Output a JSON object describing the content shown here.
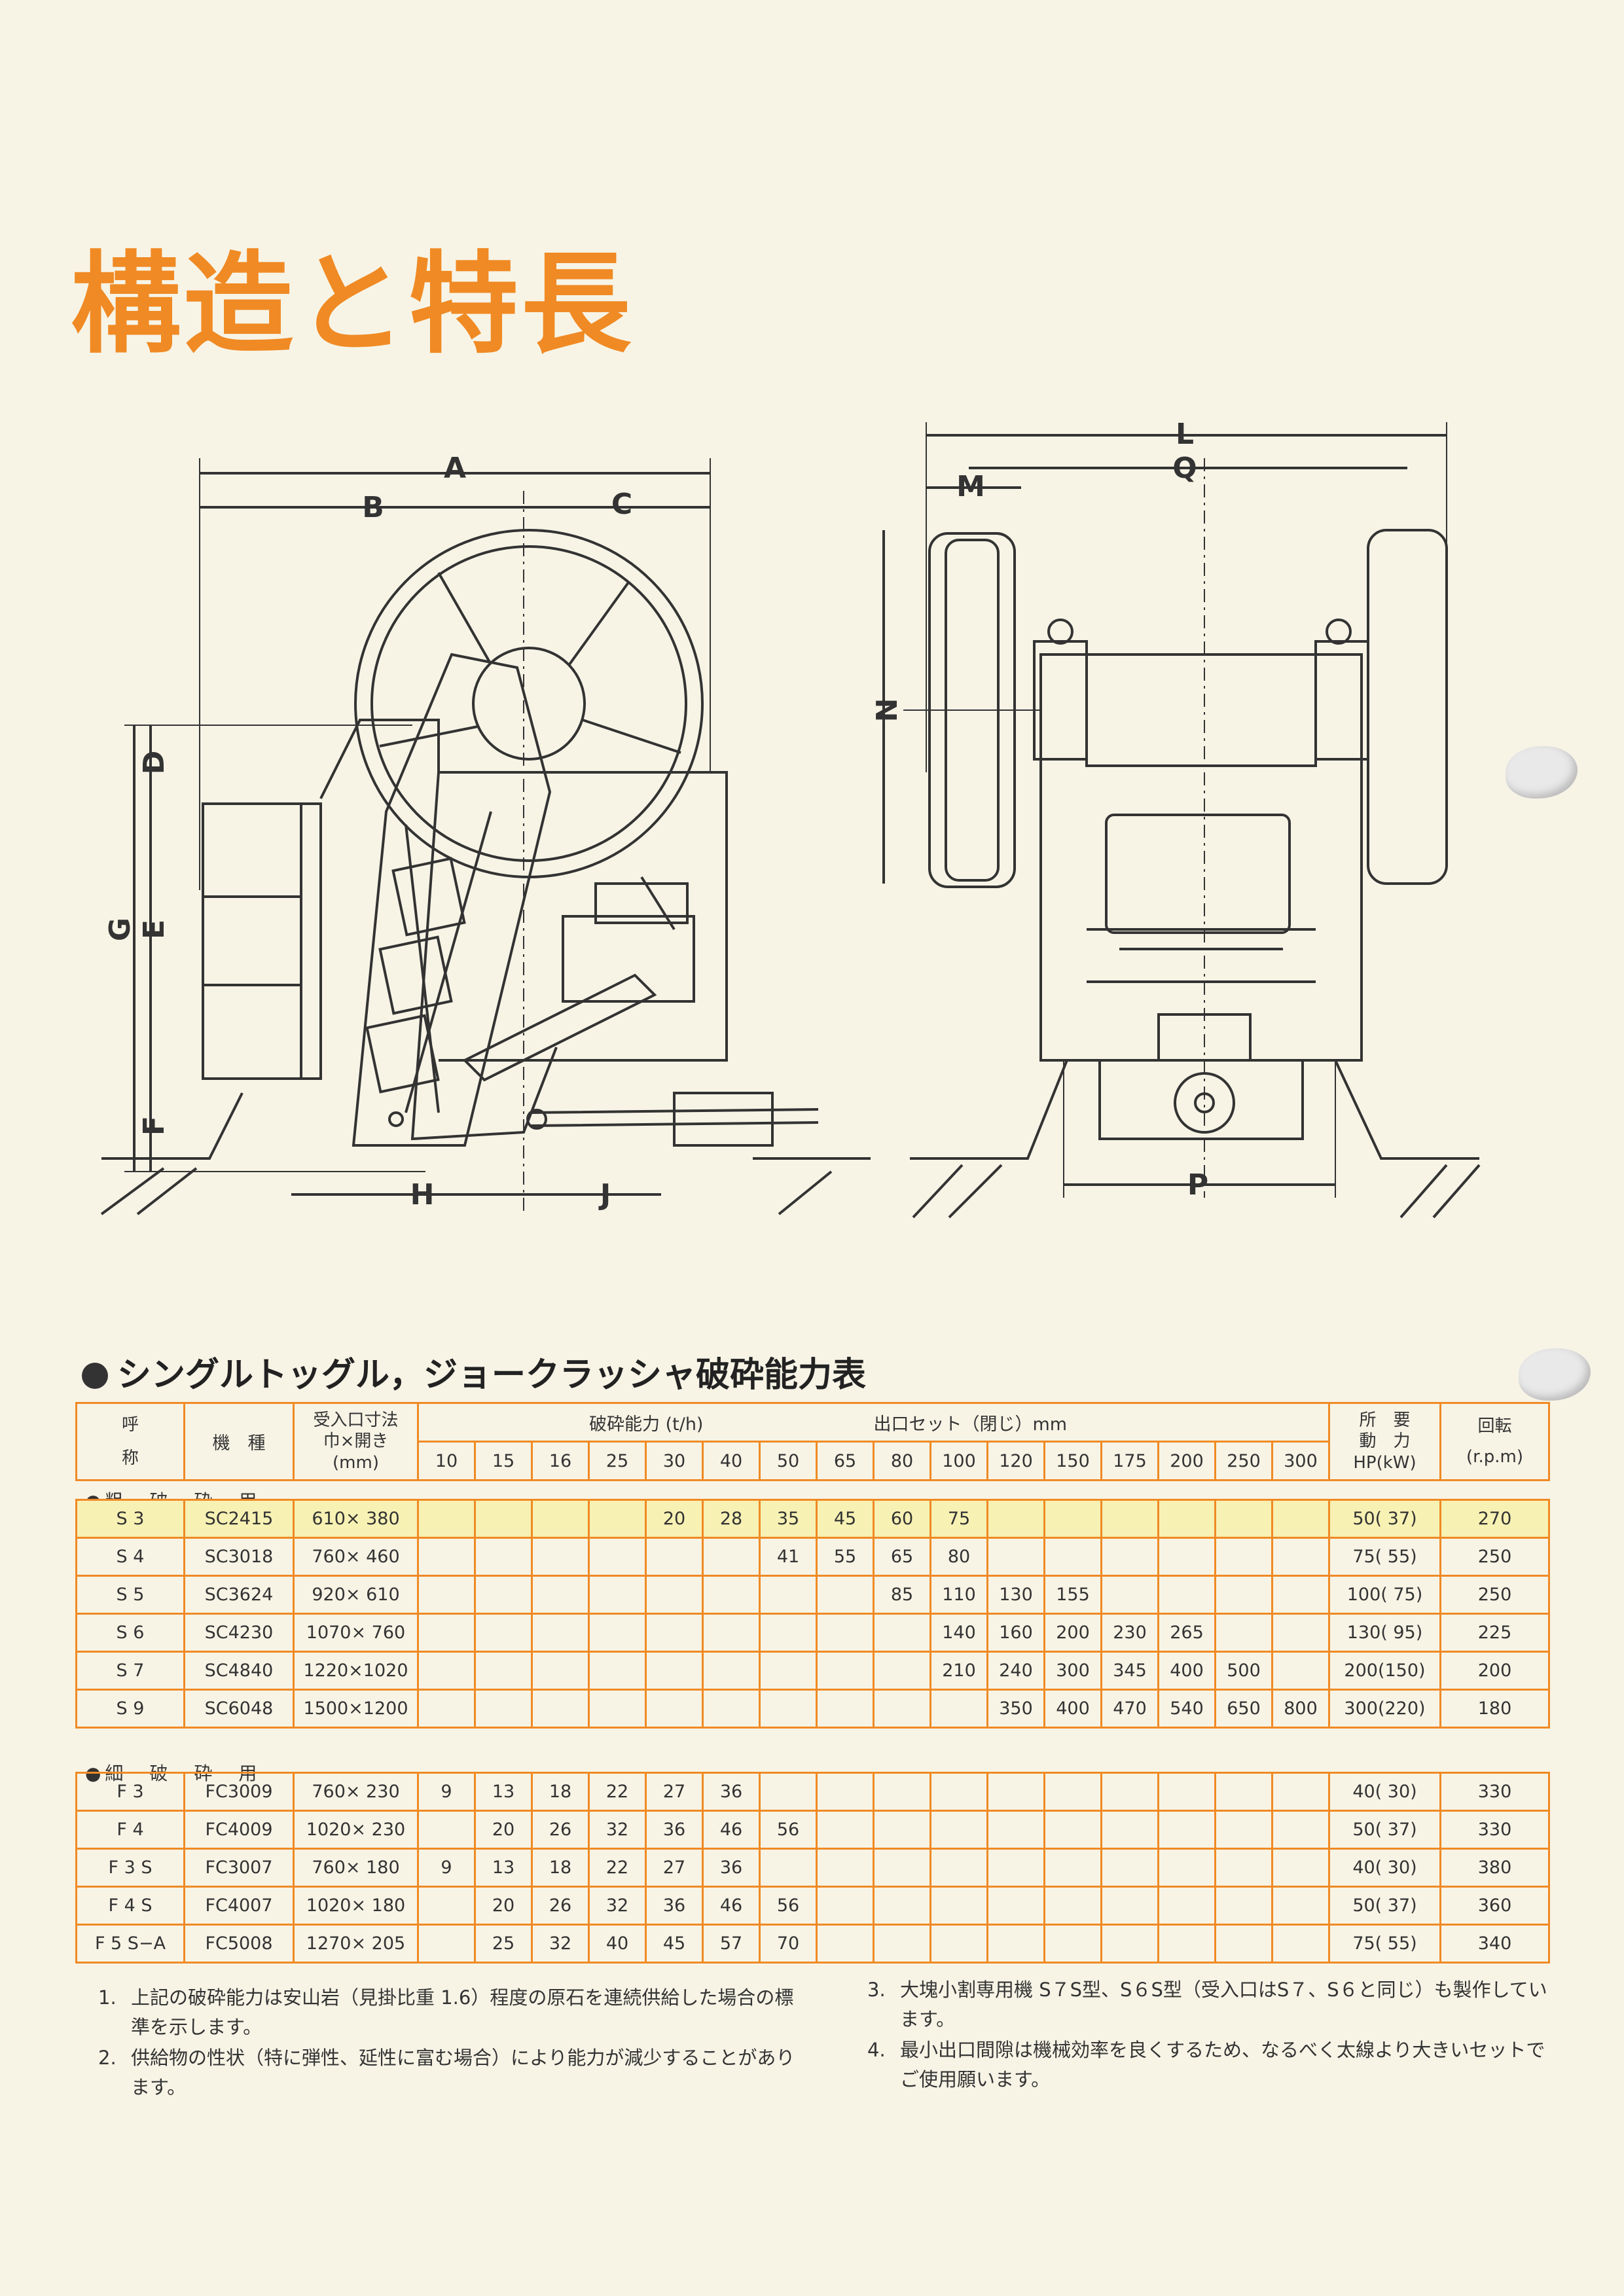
{
  "title": "構造と特長",
  "diagram": {
    "labels_side": [
      "A",
      "B",
      "C",
      "D",
      "G",
      "E",
      "F",
      "H",
      "J"
    ],
    "labels_front": [
      "L",
      "M",
      "Q",
      "N",
      "P"
    ]
  },
  "table": {
    "heading": "シングルトッグル，ジョークラッシャ破砕能力表",
    "headers": {
      "name_top": "呼",
      "name_bottom": "称",
      "model": "機　種",
      "inlet_1": "受入口寸法",
      "inlet_2": "巾×開き",
      "inlet_3": "(mm)",
      "capacity": "破砕能力 (t/h)",
      "setting": "出口セット（閉じ）mm",
      "power_1": "所　要",
      "power_2": "動　力",
      "power_3": "HP(kW)",
      "rpm_1": "回転",
      "rpm_2": "(r.p.m)"
    },
    "settings": [
      "10",
      "15",
      "16",
      "25",
      "30",
      "40",
      "50",
      "65",
      "80",
      "100",
      "120",
      "150",
      "175",
      "200",
      "250",
      "300"
    ],
    "coarse_label": "●粗　破　砕　用",
    "fine_label": "●細　破　砕　用",
    "coarse_rows": [
      {
        "name": "S 3",
        "model": "SC2415",
        "inlet": "610× 380",
        "cap": [
          "",
          "",
          "",
          "",
          "20",
          "28",
          "35",
          "45",
          "60",
          "75",
          "",
          "",
          "",
          "",
          "",
          ""
        ],
        "power": "50( 37)",
        "rpm": "270"
      },
      {
        "name": "S 4",
        "model": "SC3018",
        "inlet": "760× 460",
        "cap": [
          "",
          "",
          "",
          "",
          "",
          "",
          "41",
          "55",
          "65",
          "80",
          "",
          "",
          "",
          "",
          "",
          ""
        ],
        "power": "75( 55)",
        "rpm": "250"
      },
      {
        "name": "S 5",
        "model": "SC3624",
        "inlet": "920× 610",
        "cap": [
          "",
          "",
          "",
          "",
          "",
          "",
          "",
          "",
          "85",
          "110",
          "130",
          "155",
          "",
          "",
          "",
          ""
        ],
        "power": "100( 75)",
        "rpm": "250"
      },
      {
        "name": "S 6",
        "model": "SC4230",
        "inlet": "1070× 760",
        "cap": [
          "",
          "",
          "",
          "",
          "",
          "",
          "",
          "",
          "",
          "140",
          "160",
          "200",
          "230",
          "265",
          "",
          ""
        ],
        "power": "130( 95)",
        "rpm": "225"
      },
      {
        "name": "S 7",
        "model": "SC4840",
        "inlet": "1220×1020",
        "cap": [
          "",
          "",
          "",
          "",
          "",
          "",
          "",
          "",
          "",
          "210",
          "240",
          "300",
          "345",
          "400",
          "500",
          ""
        ],
        "power": "200(150)",
        "rpm": "200"
      },
      {
        "name": "S 9",
        "model": "SC6048",
        "inlet": "1500×1200",
        "cap": [
          "",
          "",
          "",
          "",
          "",
          "",
          "",
          "",
          "",
          "",
          "350",
          "400",
          "470",
          "540",
          "650",
          "800"
        ],
        "power": "300(220)",
        "rpm": "180"
      }
    ],
    "fine_rows": [
      {
        "name": "F 3",
        "model": "FC3009",
        "inlet": "760× 230",
        "cap": [
          "9",
          "13",
          "18",
          "22",
          "27",
          "36",
          "",
          "",
          "",
          "",
          "",
          "",
          "",
          "",
          "",
          ""
        ],
        "power": "40( 30)",
        "rpm": "330"
      },
      {
        "name": "F 4",
        "model": "FC4009",
        "inlet": "1020× 230",
        "cap": [
          "",
          "20",
          "26",
          "32",
          "36",
          "46",
          "56",
          "",
          "",
          "",
          "",
          "",
          "",
          "",
          "",
          ""
        ],
        "power": "50( 37)",
        "rpm": "330"
      },
      {
        "name": "F 3 S",
        "model": "FC3007",
        "inlet": "760× 180",
        "cap": [
          "9",
          "13",
          "18",
          "22",
          "27",
          "36",
          "",
          "",
          "",
          "",
          "",
          "",
          "",
          "",
          "",
          ""
        ],
        "power": "40( 30)",
        "rpm": "380"
      },
      {
        "name": "F 4 S",
        "model": "FC4007",
        "inlet": "1020× 180",
        "cap": [
          "",
          "20",
          "26",
          "32",
          "36",
          "46",
          "56",
          "",
          "",
          "",
          "",
          "",
          "",
          "",
          "",
          ""
        ],
        "power": "50( 37)",
        "rpm": "360"
      },
      {
        "name": "F 5 S−A",
        "model": "FC5008",
        "inlet": "1270× 205",
        "cap": [
          "",
          "25",
          "32",
          "40",
          "45",
          "57",
          "70",
          "",
          "",
          "",
          "",
          "",
          "",
          "",
          "",
          ""
        ],
        "power": "75( 55)",
        "rpm": "340"
      }
    ]
  },
  "notes": [
    {
      "num": "1.",
      "text": "上記の破砕能力は安山岩（見掛比重 1.6）程度の原石を連続供給した場合の標準を示します。"
    },
    {
      "num": "2.",
      "text": "供給物の性状（特に弾性、延性に富む場合）により能力が減少することがあります。"
    },
    {
      "num": "3.",
      "text": "大塊小割専用機 S７S型、S６S型（受入口はS７、S６と同じ）も製作しています。"
    },
    {
      "num": "4.",
      "text": "最小出口間隙は機械効率を良くするため、なるべく太線より大きいセットでご使用願います。"
    }
  ]
}
